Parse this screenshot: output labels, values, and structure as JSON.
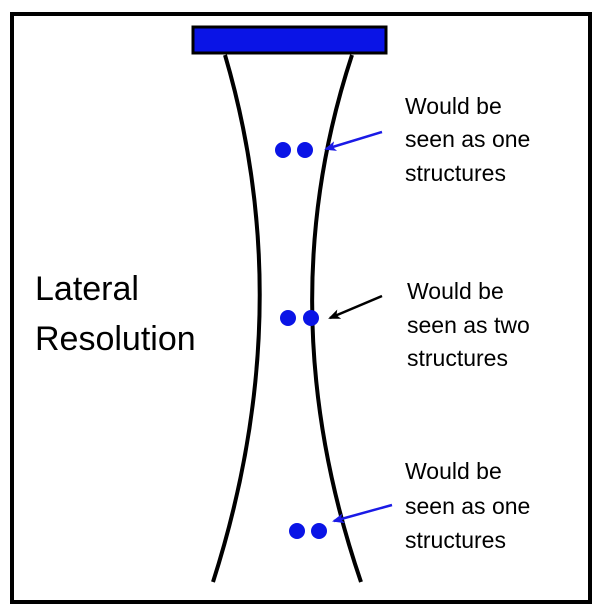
{
  "title": {
    "line1": "Lateral",
    "line2": "Resolution"
  },
  "colors": {
    "transducer": "#0a14e6",
    "dots": "#0a14e6",
    "arrow_blue": "#1a1ae6",
    "arrow_black": "#000000",
    "beam": "#000000",
    "frame": "#000000"
  },
  "annotations": [
    {
      "lines": [
        "Would be",
        "seen as one",
        "structures"
      ],
      "arrow_color": "blue"
    },
    {
      "lines": [
        "Would be",
        "seen as two",
        "structures"
      ],
      "arrow_color": "black"
    },
    {
      "lines": [
        "Would be",
        "seen as one",
        "structures"
      ],
      "arrow_color": "blue"
    }
  ]
}
